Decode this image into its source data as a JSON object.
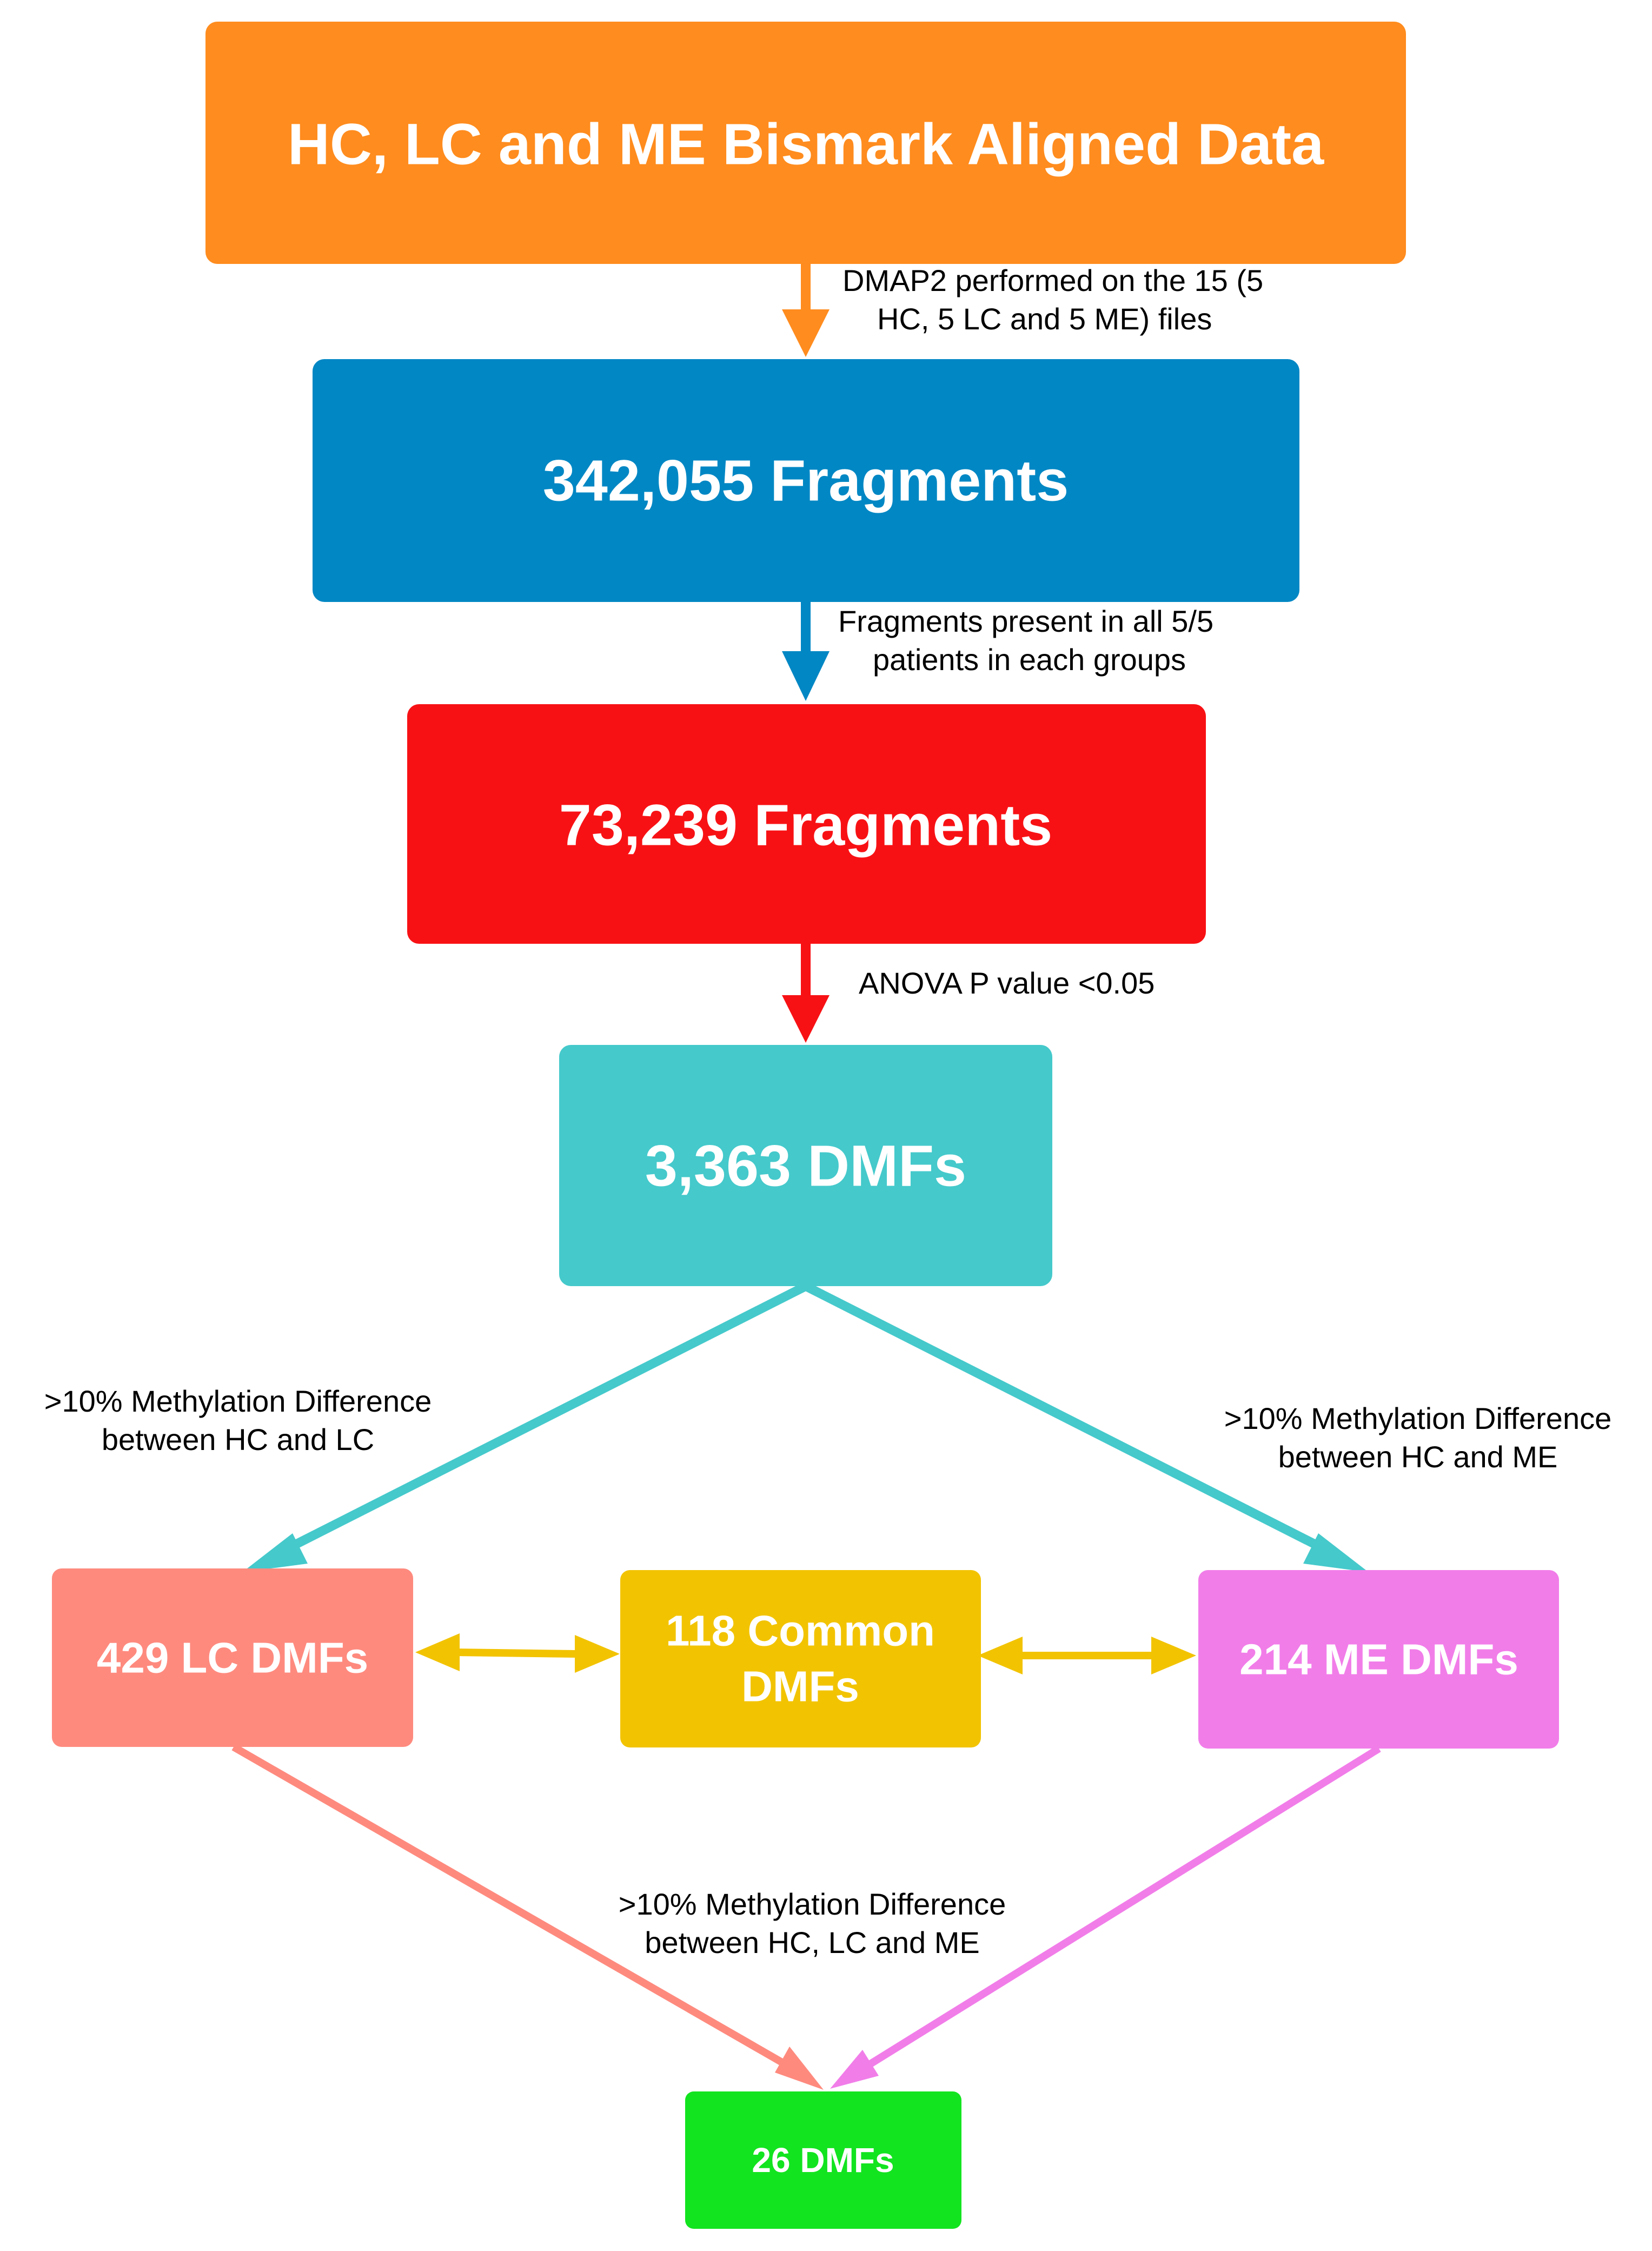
{
  "boxes": {
    "aligned_data": {
      "label": "HC, LC and ME Bismark Aligned Data",
      "color": "#FF8C1E"
    },
    "fragments_all": {
      "label": "342,055 Fragments",
      "color": "#0087C4"
    },
    "fragments_present": {
      "label": "73,239 Fragments",
      "color": "#F81114"
    },
    "dmfs_anova": {
      "label": "3,363 DMFs",
      "color": "#45C9CB"
    },
    "lc_dmfs": {
      "label": "429 LC DMFs",
      "color": "#FE8A7E"
    },
    "common_dmfs": {
      "line1": "118 Common",
      "line2": "DMFs",
      "color": "#F2C300"
    },
    "me_dmfs": {
      "label": "214 ME DMFs",
      "color": "#F17DE9"
    },
    "final_dmfs": {
      "label": "26 DMFs",
      "color": "#12E41F"
    }
  },
  "notes": {
    "dmap2": {
      "line1": "DMAP2 performed on the 15 (5",
      "line2": "HC, 5 LC and 5 ME) files"
    },
    "present": {
      "line1": "Fragments present in all 5/5",
      "line2": "patients in each groups"
    },
    "anova": {
      "line1": "ANOVA P value <0.05"
    },
    "hc_lc": {
      "line1": ">10% Methylation Difference",
      "line2": "between HC and LC"
    },
    "hc_me": {
      "line1": ">10% Methylation Difference",
      "line2": "between HC and ME"
    },
    "hc_lc_me": {
      "line1": ">10% Methylation Difference",
      "line2": "between HC, LC and ME"
    }
  }
}
